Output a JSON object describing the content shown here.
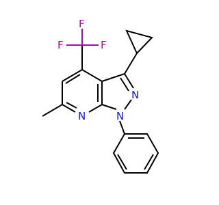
{
  "molecule": {
    "atoms": {
      "n_pyrazole_2": "N",
      "n_pyrazole_1": "N",
      "n_pyridine": "N",
      "f_top": "F",
      "f_left": "F",
      "f_right": "F"
    },
    "colors": {
      "bond": "#000000",
      "nitrogen": "#1010ff",
      "fluorine": "#b300b3",
      "background": "#ffffff"
    }
  }
}
